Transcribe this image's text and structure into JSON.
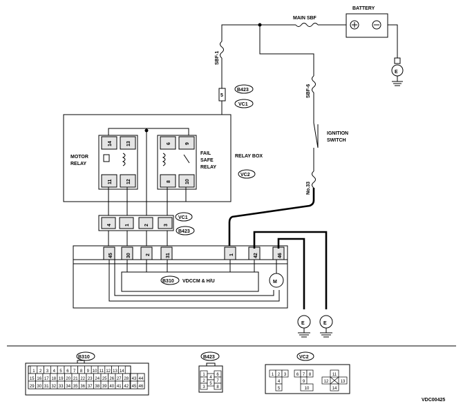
{
  "labels": {
    "battery": "BATTERY",
    "main_sbf": "MAIN SBF",
    "sbf1": "SBF-1",
    "sbf6": "SBF-6",
    "ignition_switch_l1": "IGNITION",
    "ignition_switch_l2": "SWITCH",
    "fuse_no33": "No.33",
    "relay_box": "RELAY BOX",
    "motor_relay_l1": "MOTOR",
    "motor_relay_l2": "RELAY",
    "fail_safe_l1": "FAIL",
    "fail_safe_l2": "SAFE",
    "fail_safe_l3": "RELAY",
    "vdccm": "VDCCM & H/U",
    "motor_symbol": "M",
    "ground_symbol": "E",
    "doc_code": "VDC00425"
  },
  "connectors": {
    "b423": "B423",
    "vc1": "VC1",
    "vc2": "VC2",
    "b310": "B310"
  },
  "pins": {
    "b423_single": "5",
    "relay_top": [
      "14",
      "13",
      "6",
      "9"
    ],
    "relay_bottom": [
      "11",
      "12",
      "8",
      "10"
    ],
    "vc1_b423_row": [
      "4",
      "1",
      "2",
      "3"
    ],
    "b310_row": [
      "45",
      "30",
      "2",
      "31",
      "1",
      "42",
      "46"
    ]
  },
  "legend": {
    "b310_rows": [
      [
        "1",
        "2",
        "3",
        "4",
        "5",
        "6",
        "7",
        "8",
        "9",
        "10",
        "11",
        "12",
        "13",
        "14"
      ],
      [
        "15",
        "16",
        "17",
        "18",
        "19",
        "20",
        "21",
        "22",
        "23",
        "24",
        "25",
        "26",
        "27",
        "28"
      ],
      [
        "29",
        "30",
        "31",
        "32",
        "33",
        "34",
        "35",
        "36",
        "37",
        "38",
        "39",
        "40",
        "41",
        "42"
      ]
    ],
    "b310_side": [
      "43",
      "44",
      "45",
      "46"
    ],
    "b423_cells": [
      "1",
      "2",
      "3",
      "4",
      "5",
      "6",
      "7",
      "8"
    ],
    "vc2_cells": [
      "1",
      "2",
      "3",
      "4",
      "5",
      "6",
      "7",
      "8",
      "9",
      "10",
      "11",
      "12",
      "13",
      "14"
    ]
  }
}
